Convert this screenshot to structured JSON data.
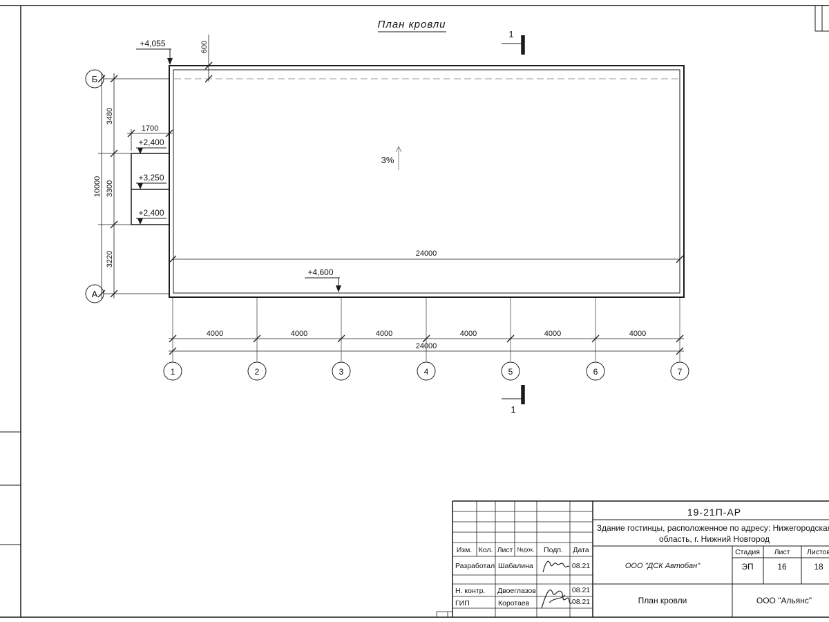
{
  "sheet": {
    "title": "План кровли"
  },
  "plan": {
    "slope_label": "3%",
    "section_number": "1",
    "axis_top": "Б",
    "axis_bottom": "А",
    "grid": [
      "1",
      "2",
      "3",
      "4",
      "5",
      "6",
      "7"
    ],
    "dims_4000": [
      "4000",
      "4000",
      "4000",
      "4000",
      "4000",
      "4000"
    ],
    "dim_total_bottom": "24000",
    "dim_inner": "24000",
    "dim_left_1": "3480",
    "dim_left_2": "3300",
    "dim_left_3": "3220",
    "dim_left_total": "10000",
    "dim_canopy": "1700",
    "dim_parapet": "600",
    "elev_top": "+4,055",
    "elev_canopy_top": "+2,400",
    "elev_canopy_mid": "+3,250",
    "elev_canopy_bot": "+2,400",
    "elev_bottom": "+4,600"
  },
  "titleblock": {
    "doc_code": "19-21П-АР",
    "project_line1": "Здание гостинцы, расположенное по адресу: Нижегородская",
    "project_line2": "область, г. Нижний Новгород",
    "contractor": "ООО \"ДСК Автобан\"",
    "sheet_title": "План кровли",
    "company": "ООО \"Альянс\"",
    "stage_label": "Стадия",
    "sheet_label": "Лист",
    "sheets_label": "Листов",
    "stage_value": "ЭП",
    "sheet_value": "16",
    "sheets_value": "18",
    "header": {
      "izm": "Изм.",
      "kol": "Кол.",
      "list": "Лист",
      "ndok": "№док.",
      "podp": "Подп.",
      "data": "Дата"
    },
    "rows": [
      {
        "role": "Разработал",
        "name": "Шабалина",
        "date": "08.21"
      },
      {
        "role": "Н. контр.",
        "name": "Двоеглазов",
        "date": "08.21"
      },
      {
        "role": "ГИП",
        "name": "Коротаев",
        "date": "08.21"
      }
    ]
  }
}
